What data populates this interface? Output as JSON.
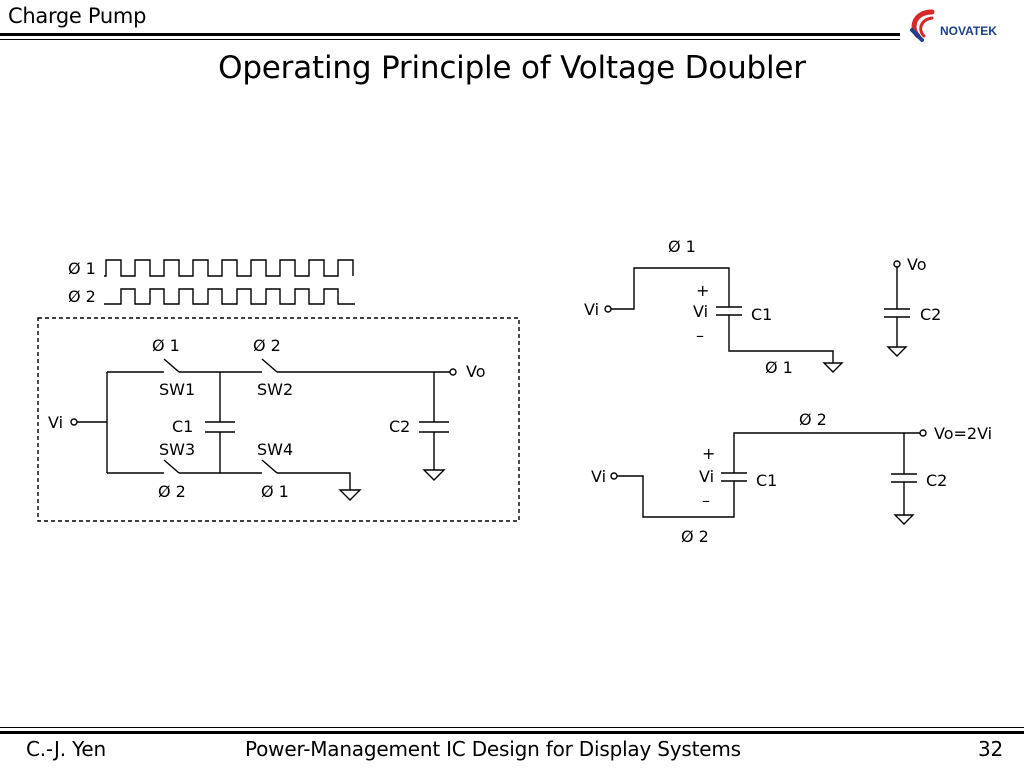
{
  "header": {
    "topic": "Charge Pump",
    "logo_text": "NOVATEK"
  },
  "slide": {
    "title": "Operating Principle of Voltage Doubler"
  },
  "clocks": {
    "phi1": "Ø 1",
    "phi2": "Ø 2"
  },
  "main_circuit": {
    "switch_top_left_phase": "Ø 1",
    "switch_top_right_phase": "Ø 2",
    "sw1": "SW1",
    "sw2": "SW2",
    "sw3": "SW3",
    "sw4": "SW4",
    "c1": "C1",
    "c2": "C2",
    "input": "Vi",
    "output": "Vo",
    "switch_bottom_left_phase": "Ø 2",
    "switch_bottom_right_phase": "Ø 1"
  },
  "phase1_circuit": {
    "phase_top": "Ø 1",
    "input": "Vi",
    "plus": "+",
    "cap_voltage": "Vi",
    "minus": "–",
    "c1": "C1",
    "phase_bottom": "Ø 1",
    "output": "Vo",
    "c2": "C2"
  },
  "phase2_circuit": {
    "phase_top": "Ø 2",
    "output": "Vo=2Vi",
    "input": "Vi",
    "plus": "+",
    "cap_voltage": "Vi",
    "minus": "–",
    "c1": "C1",
    "c2": "C2",
    "phase_bottom": "Ø 2"
  },
  "footer": {
    "author": "C.-J. Yen",
    "course": "Power-Management IC Design for Display Systems",
    "page": "32"
  },
  "colors": {
    "logo_red": "#d42a2a",
    "logo_blue": "#1f3f8c"
  }
}
